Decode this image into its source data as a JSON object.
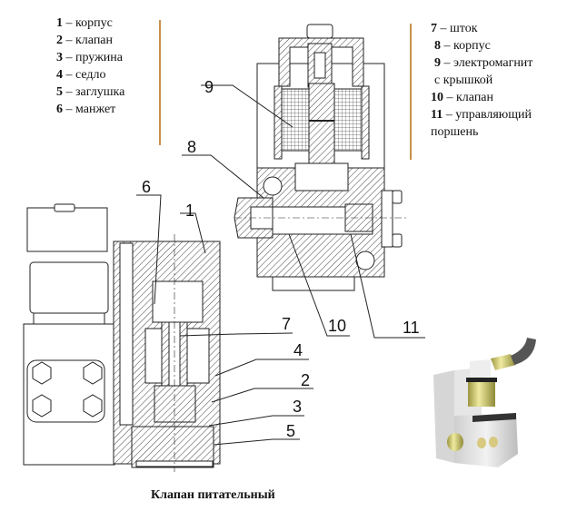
{
  "legend_left": [
    {
      "num": "1",
      "sep": " – ",
      "text": "корпус"
    },
    {
      "num": "2",
      "sep": " – ",
      "text": "клапан"
    },
    {
      "num": "3",
      "sep": " – ",
      "text": "пружина"
    },
    {
      "num": "4",
      "sep": " – ",
      "text": "седло"
    },
    {
      "num": "5",
      "sep": " – ",
      "text": "заглушка"
    },
    {
      "num": "6",
      "sep": " – ",
      "text": "манжет"
    }
  ],
  "legend_right": [
    {
      "num": "7",
      "sep": " – ",
      "text": "шток"
    },
    {
      "num": "8",
      "sep": " – ",
      "text": "корпус"
    },
    {
      "num": "9",
      "sep": " – ",
      "text": "электромагнит"
    },
    {
      "num": "",
      "sep": "",
      "text": "с крышкой"
    },
    {
      "num": "10",
      "sep": " – ",
      "text": "клапан"
    },
    {
      "num": "11",
      "sep": " – ",
      "text": "управляющий"
    },
    {
      "num": "",
      "sep": "",
      "text": "поршень"
    }
  ],
  "callouts": {
    "c1": "1",
    "c2": "2",
    "c3": "3",
    "c4": "4",
    "c5": "5",
    "c6": "6",
    "c7": "7",
    "c8": "8",
    "c9": "9",
    "c10": "10",
    "c11": "11"
  },
  "caption": "Клапан питательный",
  "colors": {
    "divider": "#c8904a",
    "render_body": "#d8d8d8",
    "render_brass": "#d6d27a"
  }
}
